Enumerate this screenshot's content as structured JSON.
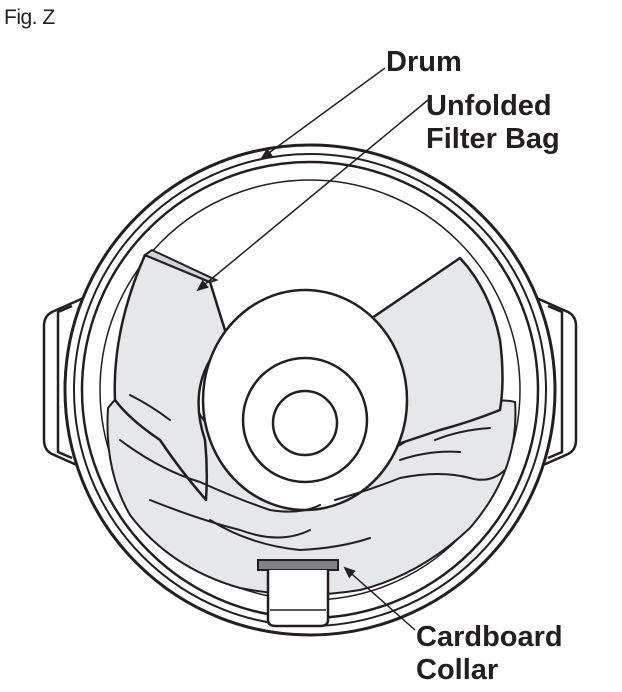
{
  "figure": {
    "label": "Fig. Z"
  },
  "callouts": {
    "drum": "Drum",
    "filter_bag_line1": "Unfolded",
    "filter_bag_line2": "Filter Bag",
    "collar_line1": "Cardboard",
    "collar_line2": "Collar"
  },
  "colors": {
    "ink": "#231f20",
    "bag_fill": "#e6e7e8",
    "bag_shadow": "#d1d3d4",
    "background": "#ffffff"
  }
}
